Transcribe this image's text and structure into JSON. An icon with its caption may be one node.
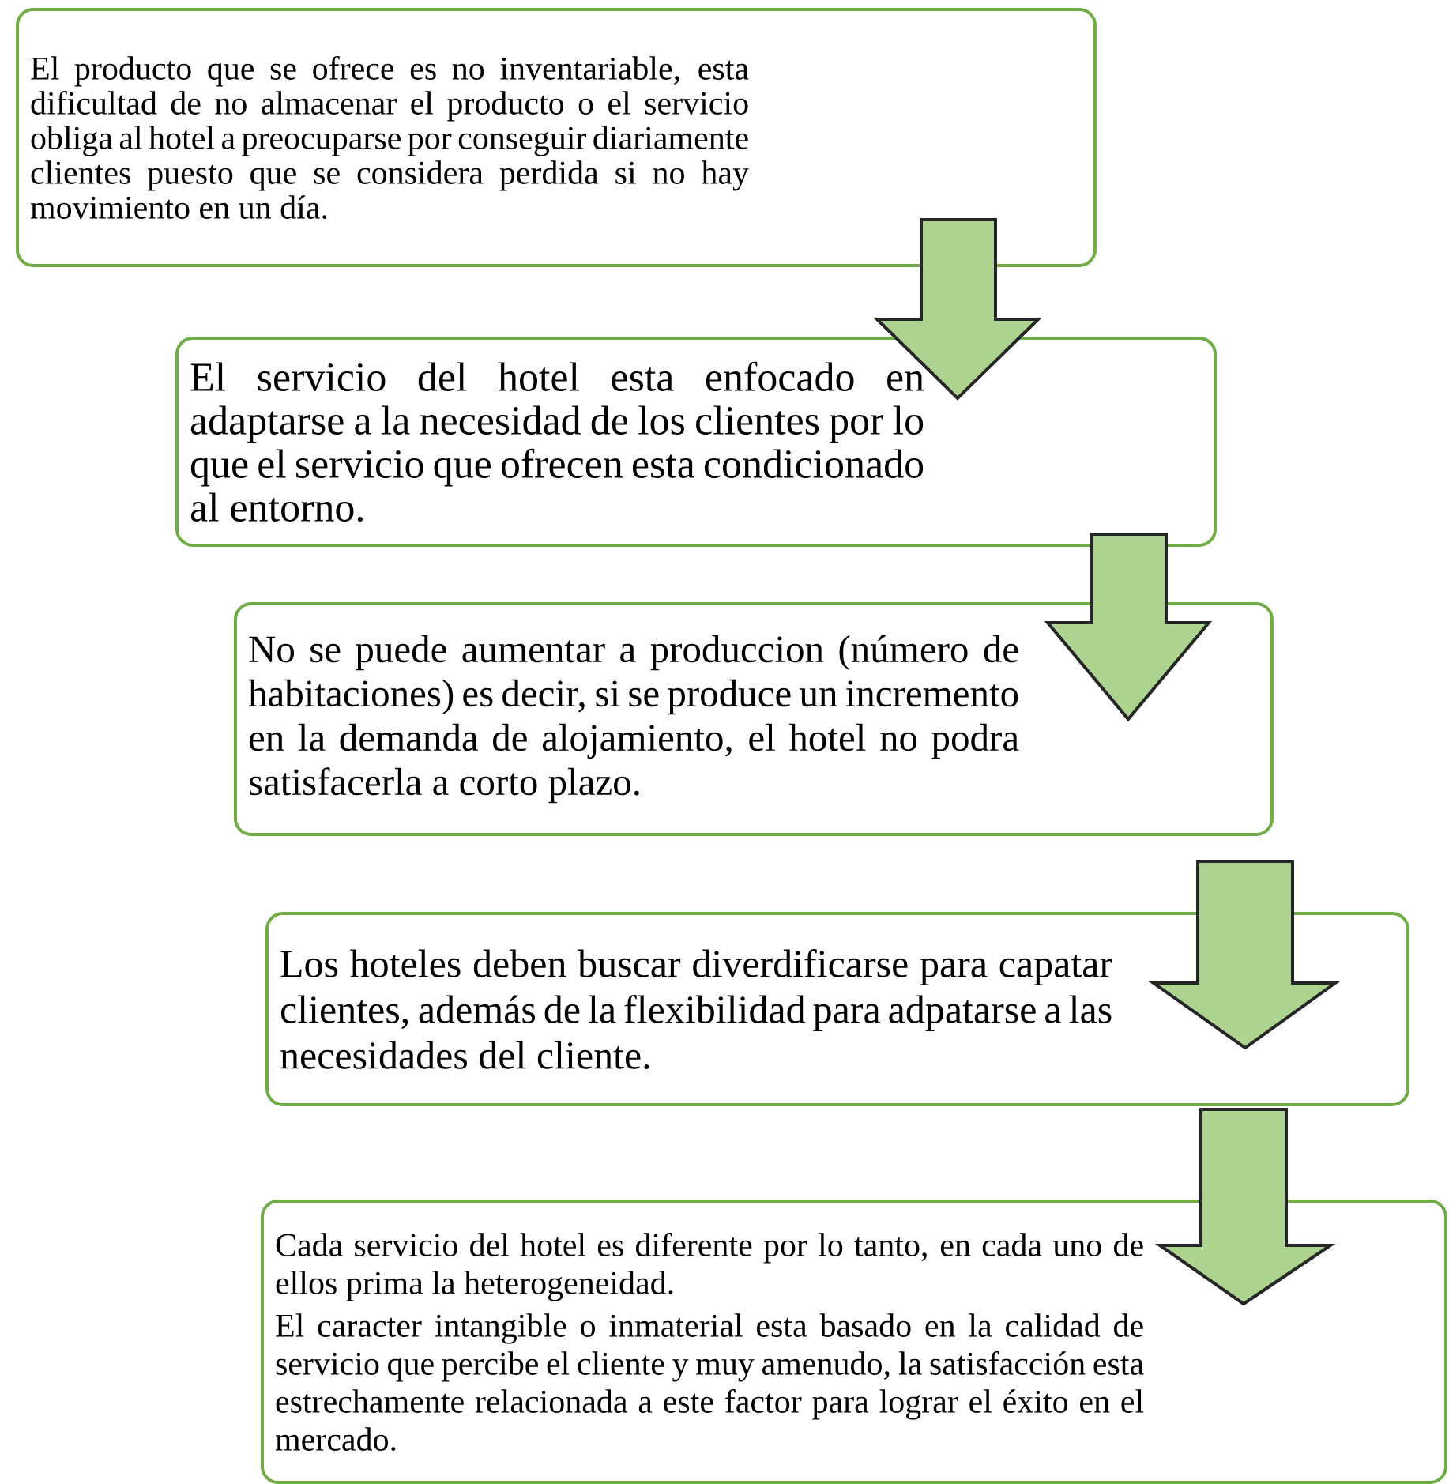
{
  "diagram": {
    "nodes": [
      {
        "text": [
          "El producto que se ofrece es no inventariable, esta dificultad de no almacenar el producto o el servicio obliga al hotel a preocuparse por conseguir diariamente clientes puesto que se considera perdida si no hay movimiento en un día."
        ]
      },
      {
        "text": [
          "El servicio del hotel esta enfocado en adaptarse a la necesidad de los clientes por lo que el servicio que ofrecen esta condicionado al entorno."
        ]
      },
      {
        "text": [
          "No se puede aumentar a produccion (número de habitaciones) es decir, si se produce un incremento en la demanda de alojamiento, el hotel no podra satisfacerla a corto plazo."
        ]
      },
      {
        "text": [
          "Los hoteles deben buscar diverdificarse para capatar clientes, además de la flexibilidad para adpatarse a las necesidades del cliente."
        ]
      },
      {
        "text": [
          "Cada servicio del hotel es diferente por lo tanto, en cada uno de ellos prima la heterogeneidad.",
          "El caracter intangible o inmaterial esta basado en la calidad de servicio que percibe el cliente y muy amenudo, la satisfacción esta estrechamente relacionada a este factor para lograr el éxito en el mercado."
        ]
      }
    ],
    "edges": [
      {
        "from": 0,
        "to": 1,
        "arrow": "to"
      },
      {
        "from": 1,
        "to": 2,
        "arrow": "to"
      },
      {
        "from": 2,
        "to": 3,
        "arrow": "to"
      },
      {
        "from": 3,
        "to": 4,
        "arrow": "to"
      }
    ]
  }
}
